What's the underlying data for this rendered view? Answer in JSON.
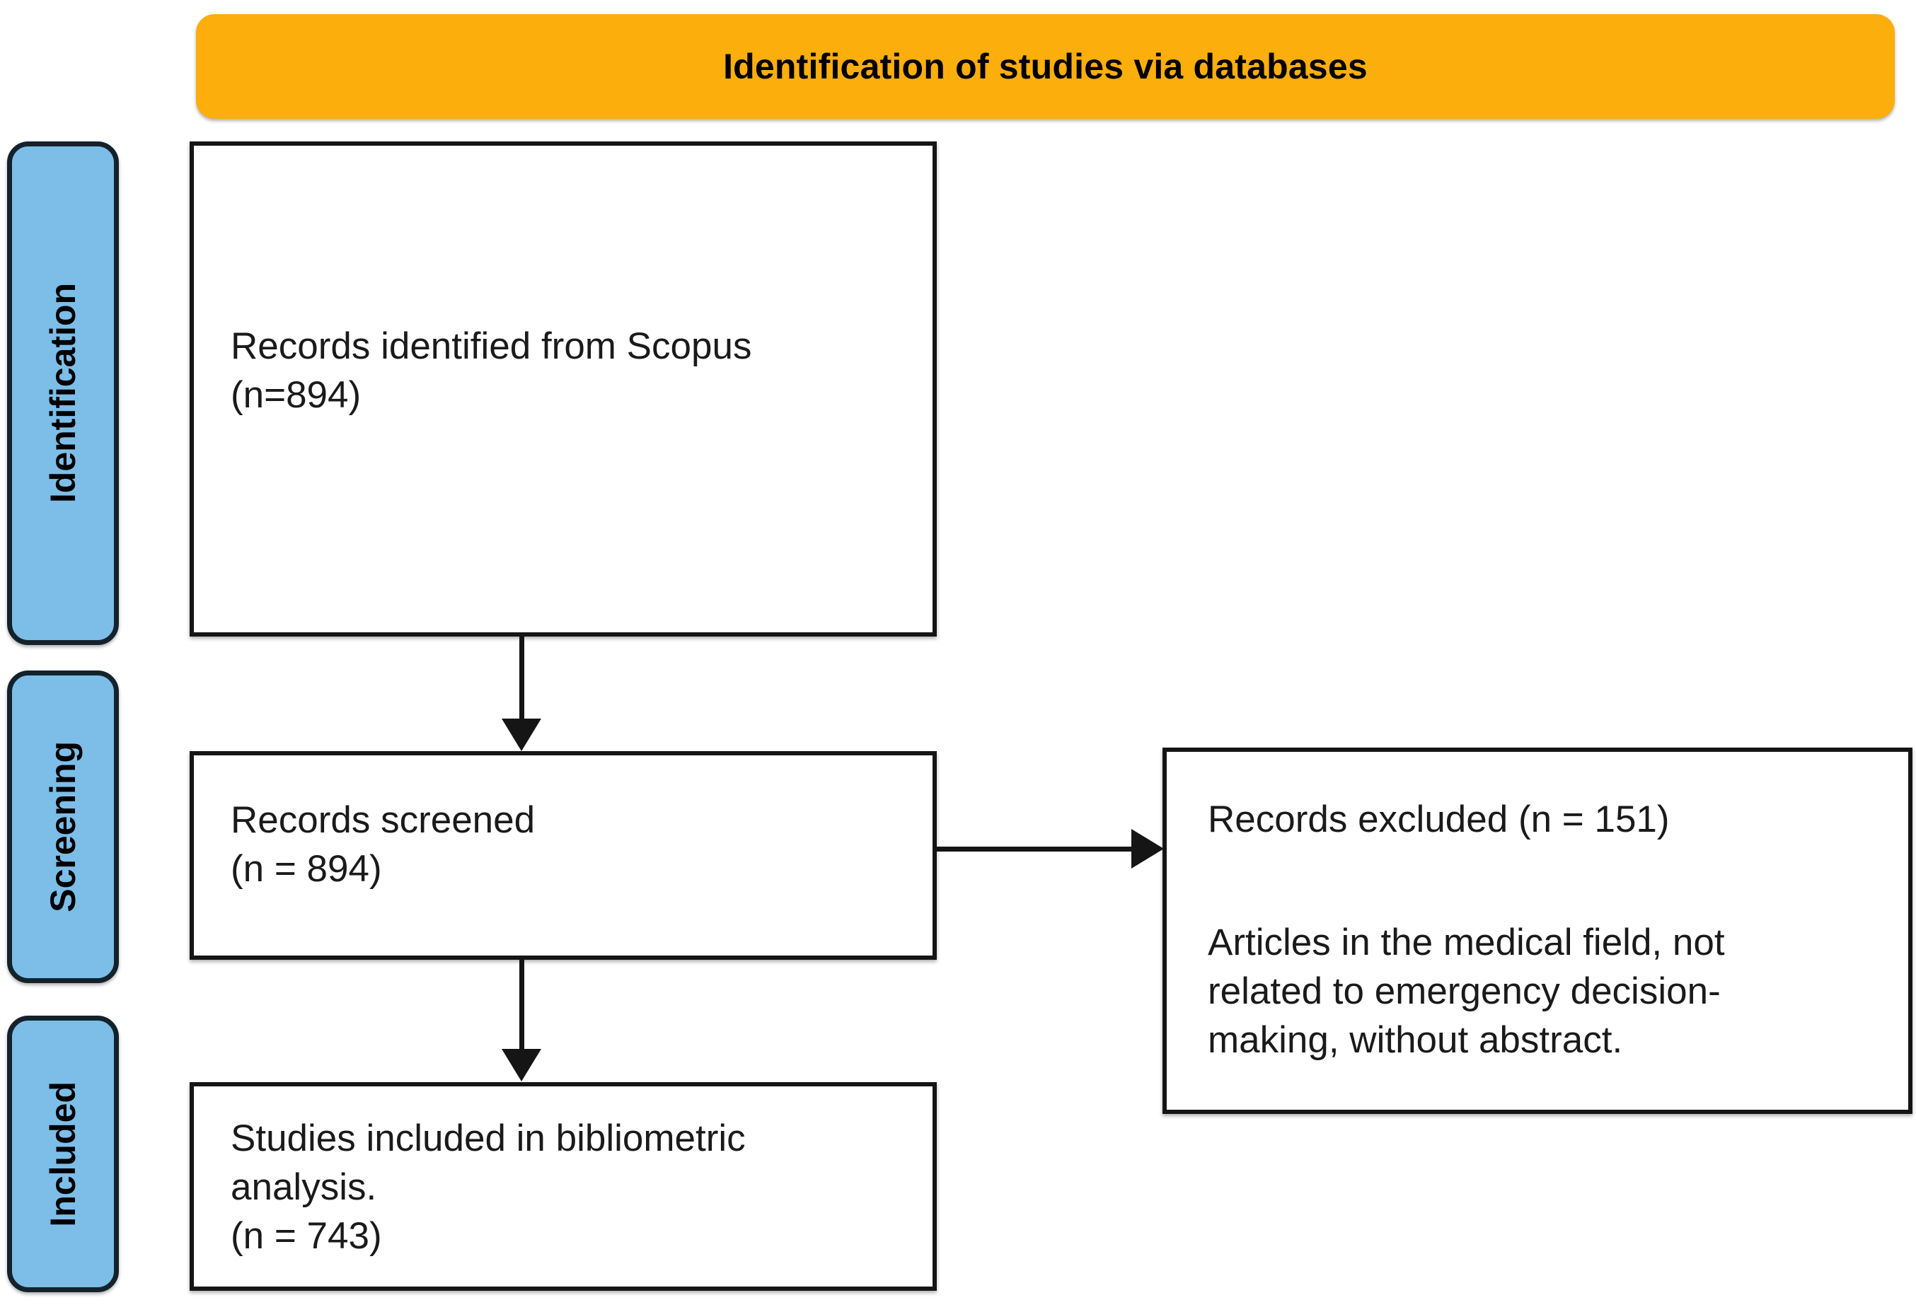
{
  "diagram": {
    "type": "prisma-flow-diagram",
    "banner": {
      "label": "Identification of studies via databases",
      "color": "#FBAE0C"
    },
    "stages": [
      {
        "id": "identification",
        "label": "Identification",
        "color": "#7CBEE8"
      },
      {
        "id": "screening",
        "label": "Screening",
        "color": "#7CBEE8"
      },
      {
        "id": "included",
        "label": "Included",
        "color": "#7CBEE8"
      }
    ],
    "boxes": {
      "identified": {
        "text": "Records identified from Scopus\n(n=894)",
        "count": 894,
        "source": "Scopus"
      },
      "screened": {
        "text": "Records screened\n(n = 894)",
        "count": 894
      },
      "included": {
        "text": "Studies included in bibliometric\nanalysis.\n(n = 743)",
        "count": 743
      },
      "excluded": {
        "heading": "Records excluded (n = 151)",
        "reasons": "Articles in the medical field, not\nrelated to emergency decision-\nmaking, without abstract.",
        "count": 151
      }
    },
    "arrows": [
      {
        "id": "identified-to-screened",
        "direction": "down",
        "from": "identified",
        "to": "screened"
      },
      {
        "id": "screened-to-included",
        "direction": "down",
        "from": "screened",
        "to": "included"
      },
      {
        "id": "screened-to-excluded",
        "direction": "right",
        "from": "screened",
        "to": "excluded"
      }
    ]
  }
}
